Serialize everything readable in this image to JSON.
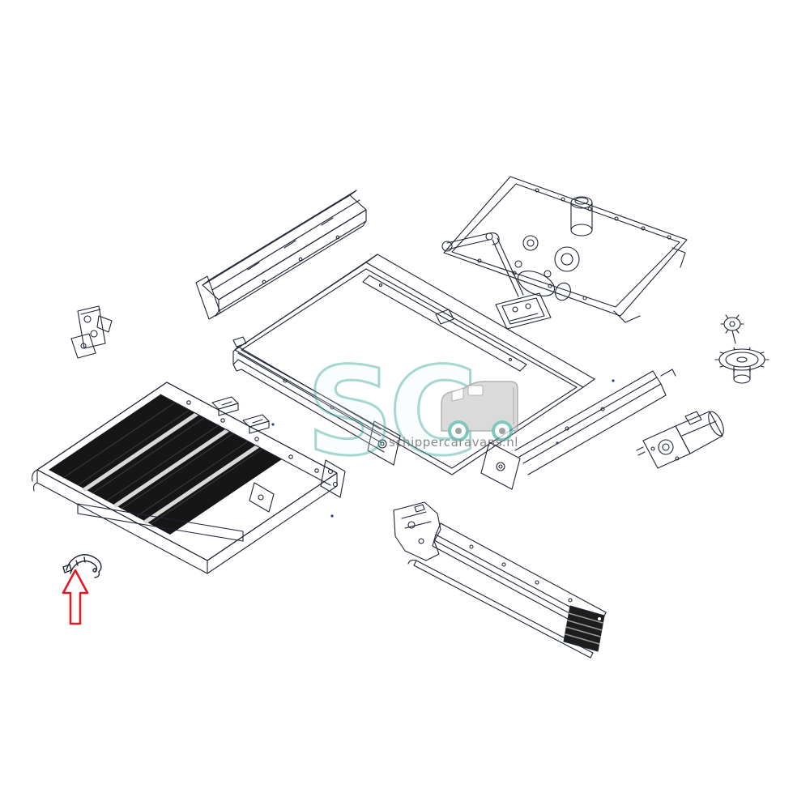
{
  "page": {
    "background": "#ffffff",
    "kind": "technical-exploded-parts-diagram",
    "subject": "slide-out caravan step assembly"
  },
  "diagram": {
    "line_color": "#1d2433",
    "tread_color": "#161616",
    "highlight_color": "#e01b24",
    "parts": [
      "guide-rail-upper-left",
      "mounting-plate-assembly",
      "step-cover-panel",
      "slide-rail-left",
      "slide-rail-right",
      "bevel-gear-set",
      "drive-motor",
      "hinge-bracket",
      "step-platform",
      "front-rail-assembly",
      "mounting-clips",
      "retainer-strap"
    ]
  },
  "watermark": {
    "text": "schippercaravans.nl",
    "logo_letters": "SC",
    "logo_teal": "#47aca4",
    "logo_gray": "#9a9a9a",
    "text_color": "#6e6e6e"
  }
}
